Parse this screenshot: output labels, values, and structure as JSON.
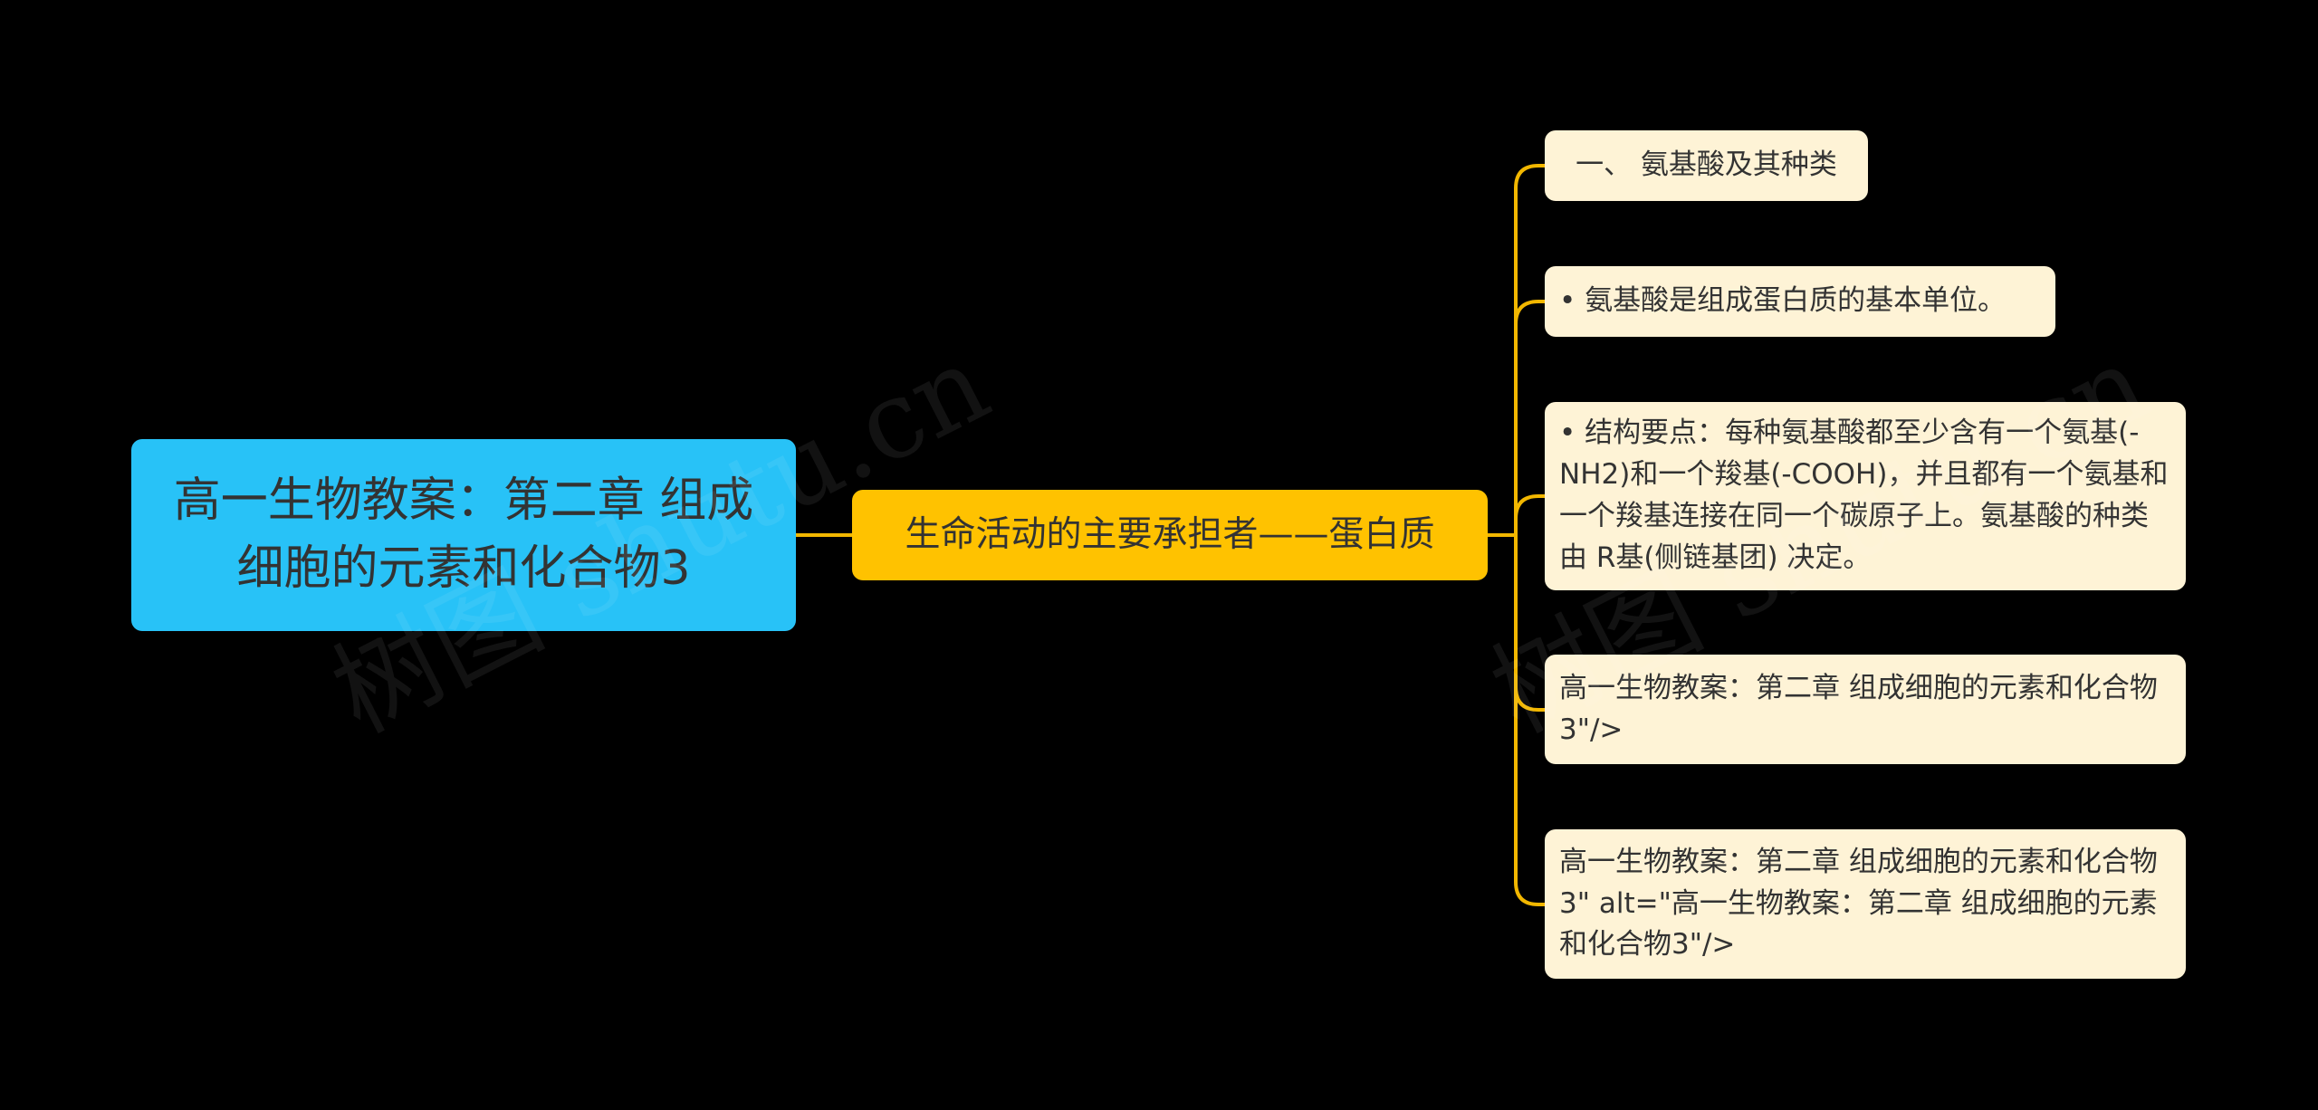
{
  "root": {
    "text": "高一生物教案：第二章 组成细胞的元素和化合物3"
  },
  "main_branch": {
    "text": "生命活动的主要承担者——蛋白质"
  },
  "leaves": [
    "一、 氨基酸及其种类",
    "• 氨基酸是组成蛋白质的基本单位。",
    "• 结构要点：每种氨基酸都至少含有一个氨基(-NH2)和一个羧基(-COOH)，并且都有一个氨基和一个羧基连接在同一个碳原子上。氨基酸的种类由 R基(侧链基团) 决定。",
    "高一生物教案：第二章 组成细胞的元素和化合物3\"/>",
    "高一生物教案：第二章 组成细胞的元素和化合物3\" alt=\"高一生物教案：第二章 组成细胞的元素和化合物3\"/>"
  ],
  "watermark": {
    "text": "树图 shutu.cn"
  },
  "colors": {
    "background": "#000000",
    "root_fill": "#28c2f7",
    "main_fill": "#ffc200",
    "leaf_fill": "#fef3d6",
    "connector": "#f2b700",
    "text": "#333333"
  }
}
